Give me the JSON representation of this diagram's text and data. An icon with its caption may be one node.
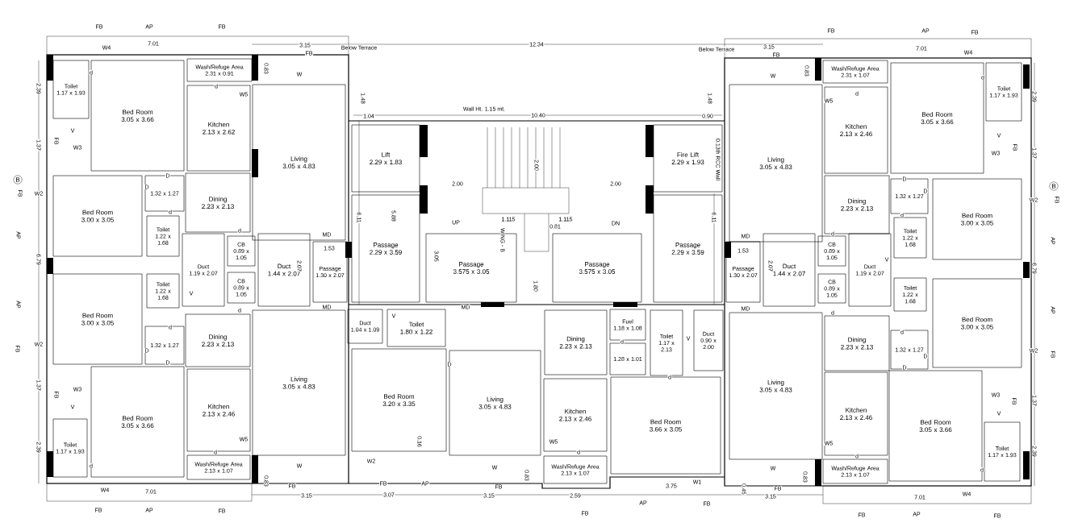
{
  "diagram": {
    "nodes": [
      {
        "text": [
          "Toilet",
          "1.17 x 1.93"
        ]
      },
      {
        "text": [
          "Bed Room",
          "3.05 x 3.66"
        ]
      },
      {
        "text": [
          "Wash/Refuge Area",
          "2.31 x 0.91"
        ]
      },
      {
        "text": [
          "Kitchen",
          "2.13 x 2.62"
        ]
      },
      {
        "text": [
          "Living",
          "3.05 x 4.83"
        ]
      },
      {
        "text": [
          "Dining",
          "2.23 x 2.13"
        ]
      },
      {
        "text": [
          "1.32 x 1.27"
        ]
      },
      {
        "text": [
          "Bed Room",
          "3.00 x 3.05"
        ]
      },
      {
        "text": [
          "Toilet",
          "1.22 x 1.68"
        ]
      },
      {
        "text": [
          "Duct",
          "1.19 x 2.07"
        ]
      },
      {
        "text": [
          "CB",
          "0.89 x 1.05"
        ]
      },
      {
        "text": [
          "Duct",
          "1.44 x 2.07"
        ]
      },
      {
        "text": [
          "Passage",
          "1.30 x 2.07"
        ]
      },
      {
        "text": [
          "CB",
          "0.89 x 1.05"
        ]
      },
      {
        "text": [
          "Toilet",
          "1.22 x 1.68"
        ]
      },
      {
        "text": [
          "Bed Room",
          "3.00 x 3.05"
        ]
      },
      {
        "text": [
          "1.32 x 1.27"
        ]
      },
      {
        "text": [
          "Dining",
          "2.23 x 2.13"
        ]
      },
      {
        "text": [
          "Living",
          "3.05 x 4.83"
        ]
      },
      {
        "text": [
          "Kitchen",
          "2.13 x 2.46"
        ]
      },
      {
        "text": [
          "Bed Room",
          "3.05 x 3.66"
        ]
      },
      {
        "text": [
          "Toilet",
          "1.17 x 1.93"
        ]
      },
      {
        "text": [
          "Wash/Refuge Area",
          "2.13 x 1.07"
        ]
      },
      {
        "text": [
          "Lift",
          "2.29 x 1.83"
        ]
      },
      {
        "text": [
          "Fire Lift",
          "2.29 x 1.93"
        ]
      },
      {
        "text": [
          "Passage",
          "2.29 x 3.59"
        ]
      },
      {
        "text": [
          "Passage",
          "3.575 x 3.05"
        ]
      },
      {
        "text": [
          "Passage",
          "3.575 x 3.05"
        ]
      },
      {
        "text": [
          "Passage",
          "2.29 x 3.59"
        ]
      },
      {
        "text": [
          "Duct",
          "1.04 x 1.09"
        ]
      },
      {
        "text": [
          "Toilet",
          "1.80 x 1.22"
        ]
      },
      {
        "text": [
          "Bed Room",
          "3.20 x 3.35"
        ]
      },
      {
        "text": [
          "Living",
          "3.05 x 4.83"
        ]
      },
      {
        "text": [
          "Dining",
          "2.23 x 2.13"
        ]
      },
      {
        "text": [
          "Fuel",
          "1.18 x 1.08"
        ]
      },
      {
        "text": [
          "1.28 x 1.01"
        ]
      },
      {
        "text": [
          "Toilet",
          "1.17 x 2.13"
        ]
      },
      {
        "text": [
          "Duct",
          "0.90 x 2.00"
        ]
      },
      {
        "text": [
          "Kitchen",
          "2.13 x 2.46"
        ]
      },
      {
        "text": [
          "Wash/Refuge Area",
          "2.13 x 1.07"
        ]
      },
      {
        "text": [
          "Bed Room",
          "3.66 x 3.05"
        ]
      },
      {
        "text": [
          "Wash/Refuge Area",
          "2.31 x 1.07"
        ]
      },
      {
        "text": [
          "Kitchen",
          "2.13 x 2.46"
        ]
      },
      {
        "text": [
          "Living",
          "3.05 x 4.83"
        ]
      },
      {
        "text": [
          "Bed Room",
          "3.05 x 3.66"
        ]
      },
      {
        "text": [
          "Toilet",
          "1.17 x 1.93"
        ]
      },
      {
        "text": [
          "Dining",
          "2.23 x 2.13"
        ]
      },
      {
        "text": [
          "1.32 x 1.27"
        ]
      },
      {
        "text": [
          "Bed Room",
          "3.00 x 3.05"
        ]
      },
      {
        "text": [
          "Passage",
          "1.30 x 2.07"
        ]
      },
      {
        "text": [
          "Duct",
          "1.44 x 2.07"
        ]
      },
      {
        "text": [
          "CB",
          "0.89 x 1.05"
        ]
      },
      {
        "text": [
          "Duct",
          "1.19 x 2.07"
        ]
      },
      {
        "text": [
          "Toilet",
          "1.22 x 1.68"
        ]
      },
      {
        "text": [
          "CB",
          "0.89 x 1.05"
        ]
      },
      {
        "text": [
          "Toilet",
          "1.22 x 1.68"
        ]
      },
      {
        "text": [
          "Bed Room",
          "3.00 x 3.05"
        ]
      },
      {
        "text": [
          "Dining",
          "2.23 x 2.13"
        ]
      },
      {
        "text": [
          "1.32 x 1.27"
        ]
      },
      {
        "text": [
          "Living",
          "3.05 x 4.83"
        ]
      },
      {
        "text": [
          "Kitchen",
          "2.13 x 2.46"
        ]
      },
      {
        "text": [
          "Bed Room",
          "3.05 x 3.66"
        ]
      },
      {
        "text": [
          "Toilet",
          "1.17 x 1.93"
        ]
      },
      {
        "text": [
          "Wash/Refuge Area",
          "2.13 x 1.07"
        ]
      }
    ],
    "labels": [
      "FB",
      "AP",
      "FB",
      "FB",
      "AP",
      "FB",
      "W4",
      "7.01",
      "3.15",
      "FB",
      "Below Terrace",
      "12.34",
      "Below Terrace",
      "3.15",
      "FB",
      "7.01",
      "W4",
      "d",
      "0.83",
      "W",
      "W",
      "0.83",
      "d",
      "2.39",
      "d",
      "W5",
      "1.48",
      "1.48",
      "W5",
      "d",
      "2.39",
      "1.04",
      "Wall Ht. 1.15 mt.",
      "10.40",
      "0.90",
      "V",
      "V",
      "1.37",
      "FB",
      "W3",
      "2.00",
      "0.13th RCC Wall",
      "W3",
      "FB",
      "1.37",
      "B",
      "FB",
      "W2",
      "D",
      "D",
      "2.00",
      "2.00",
      "D",
      "D",
      "W2",
      "B",
      "FB",
      "d",
      "6.11",
      "5.88",
      "UP",
      "1.115",
      "0.81",
      "1.115",
      "DN",
      "6.11",
      "d",
      "AP",
      "d",
      "MD",
      "MD",
      "d",
      "AP",
      "1.53",
      "WING - B",
      "1.53",
      "6.79",
      "2.07",
      "3.05",
      "2.07",
      "V",
      "6.79",
      "V",
      "1.80",
      "AP",
      "d",
      "MD",
      "V",
      "MD",
      "MD",
      "d",
      "AP",
      "d",
      "d",
      "V",
      "d",
      "FB",
      "W2",
      "D",
      "D",
      "W2",
      "FB",
      "D",
      "D",
      "D",
      "d",
      "1.37",
      "FB",
      "W3",
      "W3",
      "FB",
      "1.37",
      "V",
      "V",
      "W5",
      "0.16",
      "W5",
      "W5",
      "2.39",
      "d",
      "d",
      "d",
      "2.39",
      "d",
      "W",
      "W2",
      "W",
      "W",
      "d",
      "0.83",
      "0.83",
      "W1",
      "0.83",
      "W4",
      "7.01",
      "FB",
      "3.15",
      "FB",
      "3.07",
      "AP",
      "3.15",
      "FB",
      "2.59",
      "3.75",
      "0.45",
      "3.15",
      "FB",
      "7.01",
      "W4",
      "FB",
      "AP",
      "FB",
      "FB",
      "AP",
      "FB",
      "FB",
      "AP",
      "FB"
    ]
  }
}
